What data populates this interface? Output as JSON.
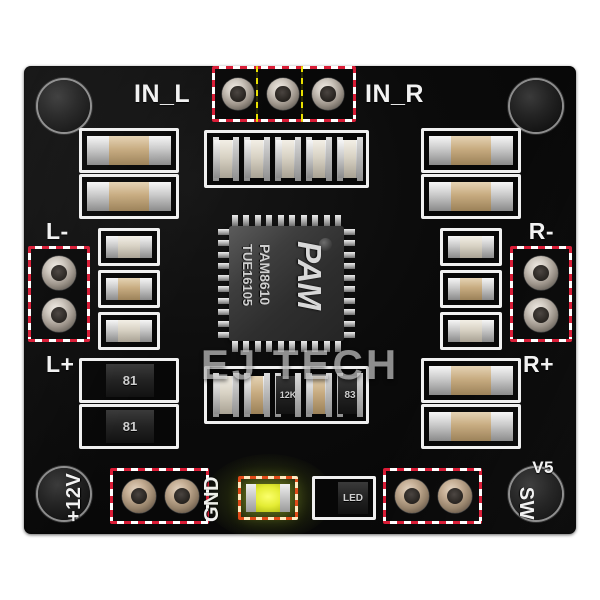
{
  "board": {
    "name": "PAM8610 stereo class-D amplifier board",
    "chip": {
      "logo": "PAM",
      "part_number": "PAM8610",
      "date_code": "TUE16105"
    },
    "watermark": "EJ TECH",
    "version_mark": "V5",
    "colors": {
      "board": "#0b0b0b",
      "silkscreen": "#f2f2f2",
      "highlight_red": "#d91c36",
      "highlight_yellow": "#e8e000",
      "highlight_orange": "#e04a18",
      "led": "#e4ec34",
      "pad_metal": "#cfc8bf",
      "pad_copper": "#c4ad93"
    },
    "labels": {
      "in_left": "IN_L",
      "in_right": "IN_R",
      "left_negative": "L-",
      "left_positive": "L+",
      "right_negative": "R-",
      "right_positive": "R+",
      "power": "+12V",
      "ground": "GND",
      "switch": "SW",
      "led_silk": "LED",
      "version": "V5"
    },
    "component_codes": {
      "resistor_left_upper": "81",
      "resistor_left_lower": "81",
      "resistor_bottom_mid": "12K",
      "resistor_bottom_right": "83"
    },
    "pad_groups": [
      {
        "name": "input-pads",
        "label": "IN_L / IN_R",
        "count": 3,
        "highlight": "red"
      },
      {
        "name": "left-speaker-pads",
        "label": "L- / L+",
        "count": 2,
        "highlight": "red"
      },
      {
        "name": "right-speaker-pads",
        "label": "R- / R+",
        "count": 2,
        "highlight": "red"
      },
      {
        "name": "power-pads",
        "label": "+12V / GND",
        "count": 2,
        "highlight": "red"
      },
      {
        "name": "switch-pads",
        "label": "SW",
        "count": 2,
        "highlight": "red"
      }
    ]
  }
}
